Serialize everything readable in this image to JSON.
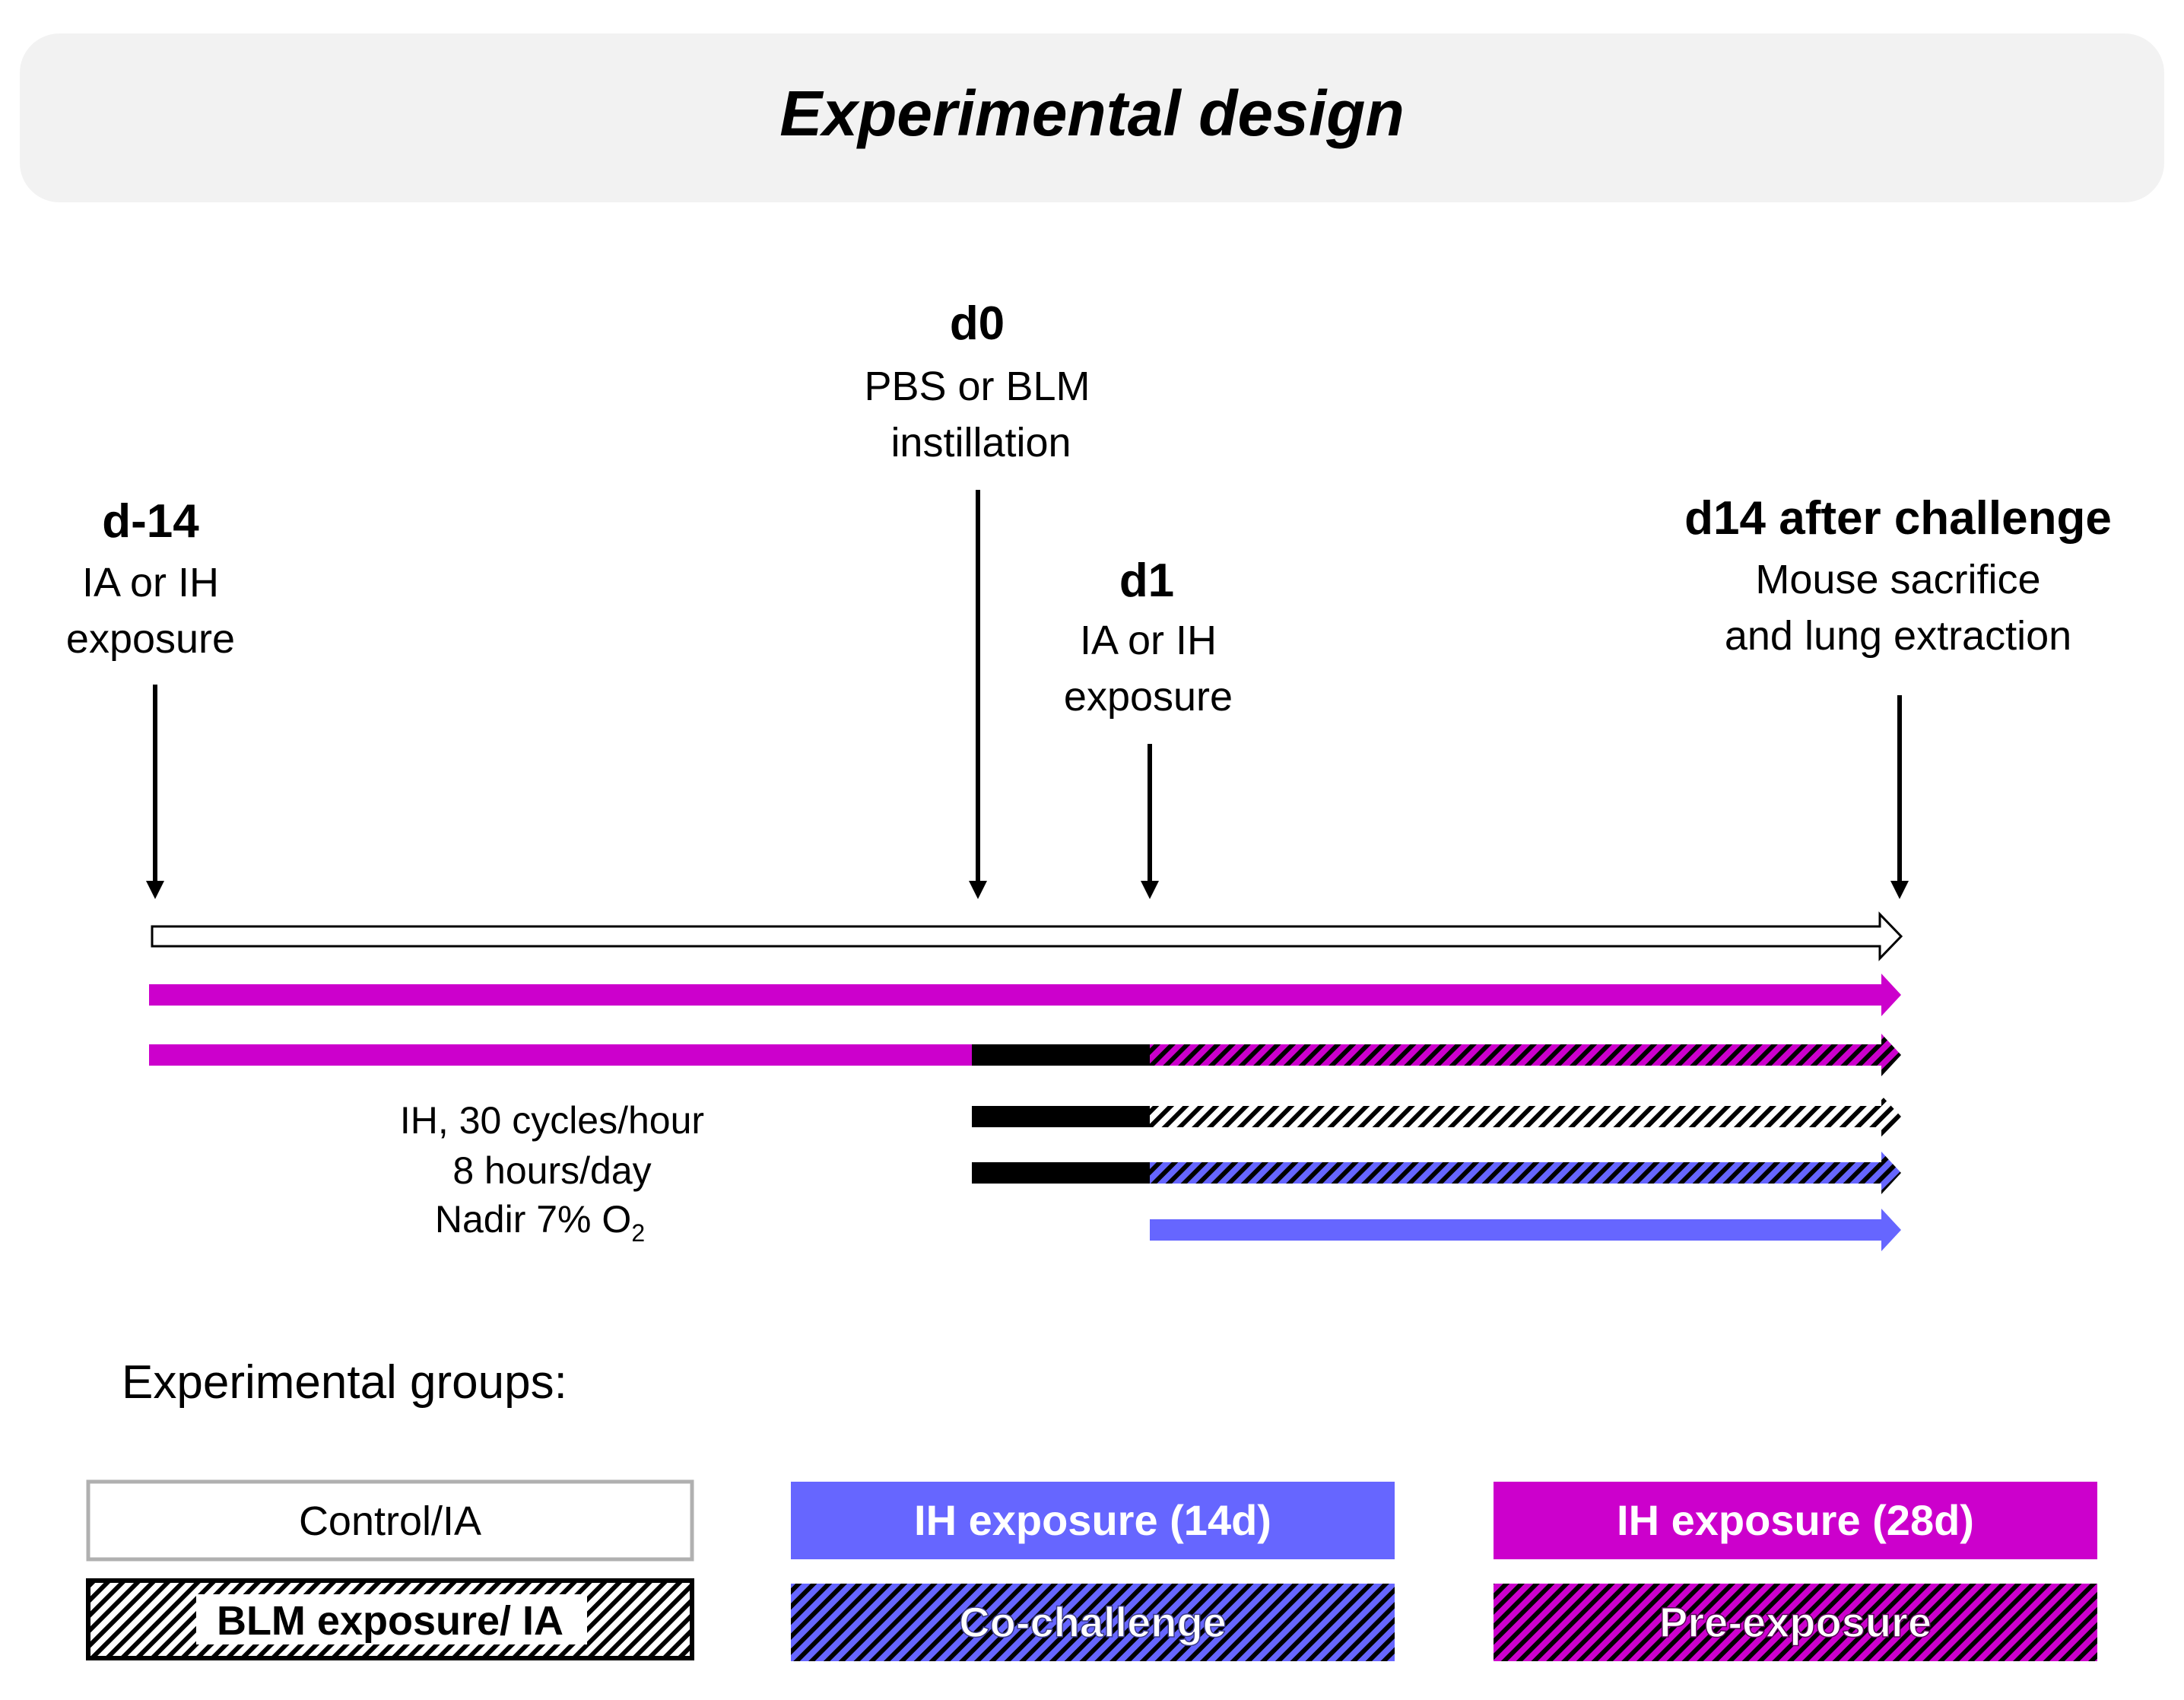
{
  "title": "Experimental design",
  "timepoints": [
    {
      "day": "d-14",
      "lines": [
        "IA or IH",
        "exposure"
      ]
    },
    {
      "day": "d0",
      "lines": [
        "PBS or BLM",
        "instillation"
      ]
    },
    {
      "day": "d1",
      "lines": [
        "IA or IH",
        "exposure"
      ]
    },
    {
      "day": "d14 after challenge",
      "lines": [
        "Mouse sacrifice",
        "and lung extraction"
      ]
    }
  ],
  "protocol_note": {
    "line1": "IH, 30 cycles/hour",
    "line2": "8 hours/day",
    "line3_main": "Nadir 7% O",
    "line3_sub": "2"
  },
  "groups_heading": "Experimental groups:",
  "legend": {
    "control": "Control/IA",
    "blm": "BLM exposure/ IA",
    "ih14": "IH exposure (14d)",
    "cochallenge": "Co-challenge",
    "ih28": "IH exposure (28d)",
    "preexposure": "Pre-exposure"
  },
  "colors": {
    "magenta": "#cc00cc",
    "blue": "#6666ff",
    "black": "#000000",
    "header_bg": "#f2f2f2"
  }
}
